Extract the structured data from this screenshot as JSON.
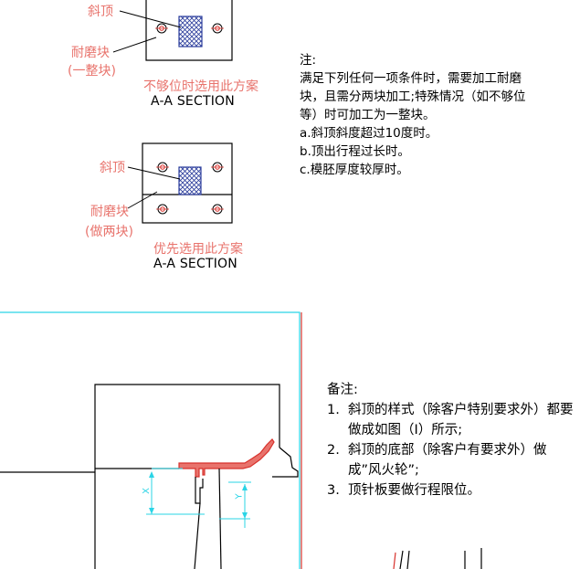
{
  "top": {
    "slant_top_label": "斜顶",
    "wear_block_label": "耐磨块",
    "one_piece_label": "(一整块)",
    "caption_red": "不够位时选用此方案",
    "section_label": "A-A SECTION"
  },
  "middle": {
    "slant_top_label": "斜顶",
    "wear_block_label": "耐磨块",
    "two_piece_label": "(做两块)",
    "caption_red": "优先选用此方案",
    "section_label": "A-A SECTION"
  },
  "note1": {
    "title": "注:",
    "lines": [
      "满足下列任何一项条件时，需要加工耐磨",
      "块，且需分两块加工;特殊情况（如不够位",
      "等）时可加工为一整块。",
      "a.斜顶斜度超过10度时。",
      "b.顶出行程过长时。",
      "c.模胚厚度较厚时。"
    ]
  },
  "note2": {
    "title": "备注:",
    "items": [
      {
        "num": "1.",
        "line1": "斜顶的样式（除客户特别要求外）都要",
        "line2": "做成如图（I）所示;"
      },
      {
        "num": "2.",
        "line1": "斜顶的底部（除客户有要求外）做",
        "line2": "成”风火轮”;"
      },
      {
        "num": "3.",
        "line1": "顶针板要做行程限位。",
        "line2": ""
      }
    ]
  },
  "dims": {
    "x_label": "X",
    "y_label": "Y"
  },
  "colors": {
    "red": "#e8736c",
    "cyan": "#2ad4e6",
    "line": "#000000",
    "hatch": "#2b3d9c",
    "part_red": "#d8322d"
  }
}
